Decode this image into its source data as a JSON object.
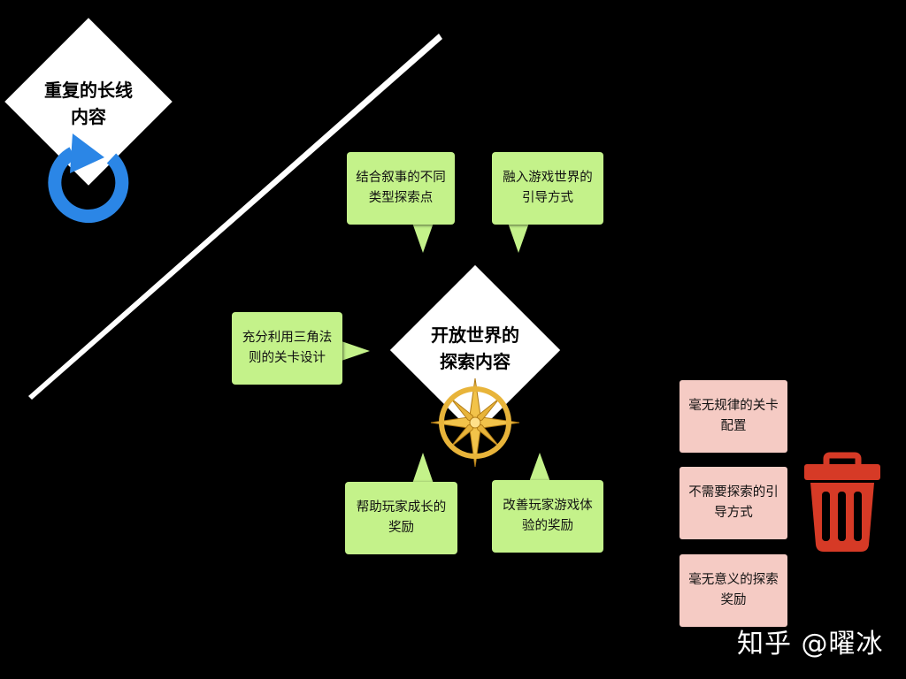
{
  "left_diamond": {
    "label": "重复的长线\n内容"
  },
  "center_diamond": {
    "label": "开放世界的\n探索内容"
  },
  "bubbles": [
    {
      "label": "结合叙事的不同\n类型探索点"
    },
    {
      "label": "融入游戏世界的\n引导方式"
    },
    {
      "label": "充分利用三角法\n则的关卡设计"
    },
    {
      "label": "帮助玩家成长的\n奖励"
    },
    {
      "label": "改善玩家游戏体\n验的奖励"
    }
  ],
  "discarded": [
    {
      "label": "毫无规律的关卡\n配置"
    },
    {
      "label": "不需要探索的引\n导方式"
    },
    {
      "label": "毫无意义的探索\n奖励"
    }
  ],
  "watermark": "知乎 @曜冰",
  "colors": {
    "bubble": "#c4f28a",
    "card": "#f5cbc4",
    "refresh": "#2b86e6",
    "compass": "#e8b43a",
    "trash": "#d63a26"
  },
  "icons": [
    "refresh-icon",
    "compass-icon",
    "trash-icon"
  ]
}
